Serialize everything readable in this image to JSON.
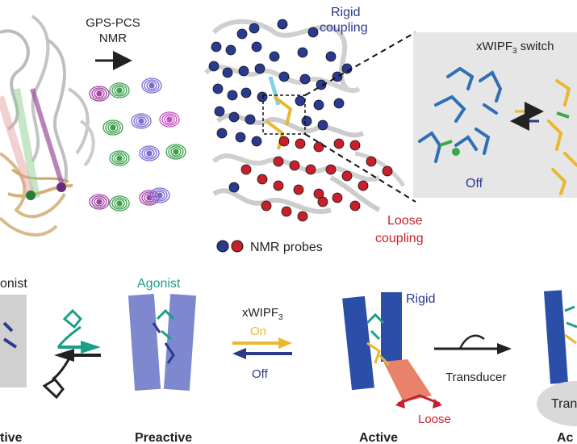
{
  "top": {
    "method_line1": "GPS-PCS",
    "method_line2": "NMR",
    "rigid_line1": "Rigid",
    "rigid_line2": "coupling",
    "loose_line1": "Loose",
    "loose_line2": "coupling",
    "probes_label": "NMR probes",
    "switch_title_prefix": "xWIPF",
    "switch_title_sub": "3",
    "switch_title_suffix": " switch",
    "off_label": "Off"
  },
  "bottom": {
    "agonist_partial": "onist",
    "agonist": "Agonist",
    "xwipf_prefix": "xWIPF",
    "xwipf_sub": "3",
    "on_label": "On",
    "off_label": "Off",
    "rigid": "Rigid",
    "loose": "Loose",
    "transducer": "Transducer",
    "trans_partial": "Tran",
    "states": {
      "inactive_partial": "tive",
      "preactive": "Preactive",
      "active": "Active",
      "active2_partial": "Ac"
    }
  },
  "colors": {
    "blue": "#2b3a8f",
    "red": "#c8202a",
    "teal": "#1a9e8a",
    "yellow": "#e8b830",
    "salmon": "#e8826a",
    "panel_gray": "#e6e6e6"
  }
}
